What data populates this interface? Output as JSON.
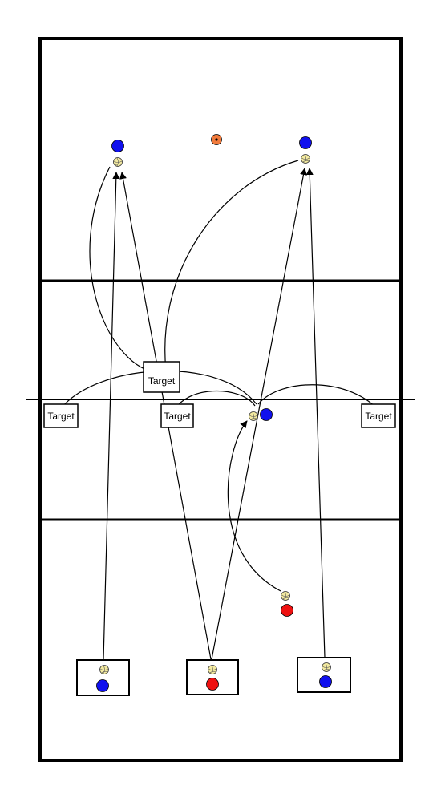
{
  "colors": {
    "line": "#000000",
    "team_blue": "#1010ee",
    "team_red": "#ee1111",
    "coach": "#f07a3c",
    "ball": "#f3eaa0"
  },
  "court": {
    "net_label": "",
    "attack_line_labels": []
  },
  "targets": [
    {
      "id": "target-center-top",
      "label": "Target"
    },
    {
      "id": "target-left",
      "label": "Target"
    },
    {
      "id": "target-center",
      "label": "Target"
    },
    {
      "id": "target-right",
      "label": "Target"
    }
  ],
  "players": [
    {
      "id": "blue-top-left",
      "team": "blue",
      "has_ball": true
    },
    {
      "id": "coach-top",
      "team": "coach",
      "has_ball": false
    },
    {
      "id": "blue-top-right",
      "team": "blue",
      "has_ball": true
    },
    {
      "id": "blue-net",
      "team": "blue",
      "has_ball": true
    },
    {
      "id": "red-mid",
      "team": "red",
      "has_ball": true
    },
    {
      "id": "blue-bottom-left",
      "team": "blue",
      "has_ball": true
    },
    {
      "id": "red-bottom-center",
      "team": "red",
      "has_ball": true
    },
    {
      "id": "blue-bottom-right",
      "team": "blue",
      "has_ball": true
    }
  ],
  "icons": {
    "ball": "volleyball-icon",
    "arrow": "arrow-icon"
  }
}
